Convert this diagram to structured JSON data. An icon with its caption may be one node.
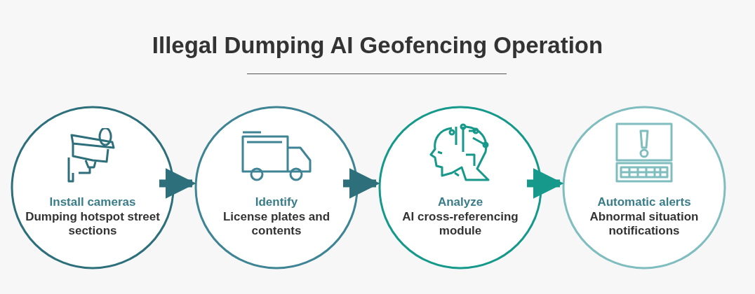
{
  "diagram": {
    "title": "Illegal Dumping AI Geofencing Operation",
    "nodes": [
      {
        "text": [
          "Install cameras",
          "Dumping hotspot street sections"
        ]
      },
      {
        "text": [
          "Identify",
          "License plates and contents"
        ]
      },
      {
        "text": [
          "Analyze",
          "AI cross-referencing module"
        ]
      },
      {
        "text": [
          "Automatic alerts",
          "Abnormal situation notifications"
        ]
      }
    ],
    "edges": [
      {
        "from": 0,
        "to": 1,
        "arrow": "to"
      },
      {
        "from": 1,
        "to": 2,
        "arrow": "to"
      },
      {
        "from": 2,
        "to": 3,
        "arrow": "to",
        "color": "#16998b"
      }
    ]
  }
}
